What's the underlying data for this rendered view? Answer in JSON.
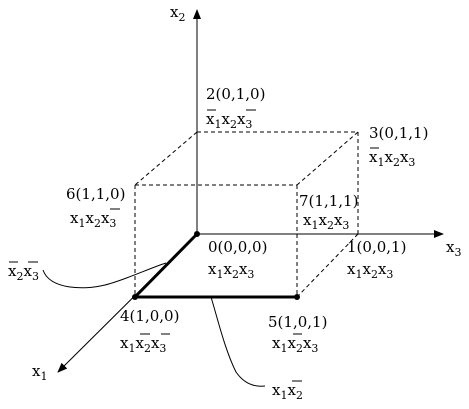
{
  "axes": {
    "x1": {
      "name": "x",
      "sub": "1"
    },
    "x2": {
      "name": "x",
      "sub": "2"
    },
    "x3": {
      "name": "x",
      "sub": "3"
    }
  },
  "vertices": [
    {
      "index": "0",
      "coords": "(0,0,0)",
      "term": [
        "x",
        "1",
        "x",
        "2",
        "x",
        "3"
      ],
      "bars": "none"
    },
    {
      "index": "1",
      "coords": "(0,0,1)",
      "term": [
        "x",
        "1",
        "x",
        "2",
        "x",
        "3"
      ],
      "bars": "none"
    },
    {
      "index": "2",
      "coords": "(0,1,0)",
      "term": [
        "x",
        "1",
        "x",
        "2",
        "x",
        "3"
      ],
      "bars": "x1,x3"
    },
    {
      "index": "3",
      "coords": "(0,1,1)",
      "term": [
        "x",
        "1",
        "x",
        "2",
        "x",
        "3"
      ],
      "bars": "x1"
    },
    {
      "index": "4",
      "coords": "(1,0,0)",
      "term": [
        "x",
        "1",
        "x",
        "2",
        "x",
        "3"
      ],
      "bars": "x2,x3"
    },
    {
      "index": "5",
      "coords": "(1,0,1)",
      "term": [
        "x",
        "1",
        "x",
        "2",
        "x",
        "3"
      ],
      "bars": "x2"
    },
    {
      "index": "6",
      "coords": "(1,1,0)",
      "term": [
        "x",
        "1",
        "x",
        "2",
        "x",
        "3"
      ],
      "bars": "x3"
    },
    {
      "index": "7",
      "coords": "(1,1,1)",
      "term": [
        "x",
        "1",
        "x",
        "2",
        "x",
        "3"
      ],
      "bars": "none"
    }
  ],
  "callouts": {
    "edge_0_4": {
      "term": [
        "x",
        "2",
        "x",
        "3"
      ],
      "bars": "x2,x3"
    },
    "edge_4_5": {
      "term": [
        "x",
        "1",
        "x",
        "2"
      ],
      "bars": "x2"
    }
  }
}
